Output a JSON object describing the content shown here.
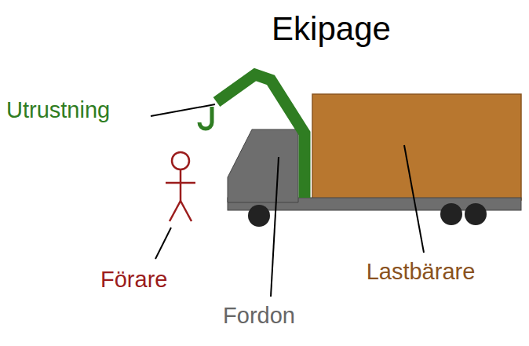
{
  "diagram": {
    "title": "Ekipage",
    "labels": [
      "Utrustning",
      "Förare",
      "Fordon",
      "Lastbärare"
    ]
  }
}
